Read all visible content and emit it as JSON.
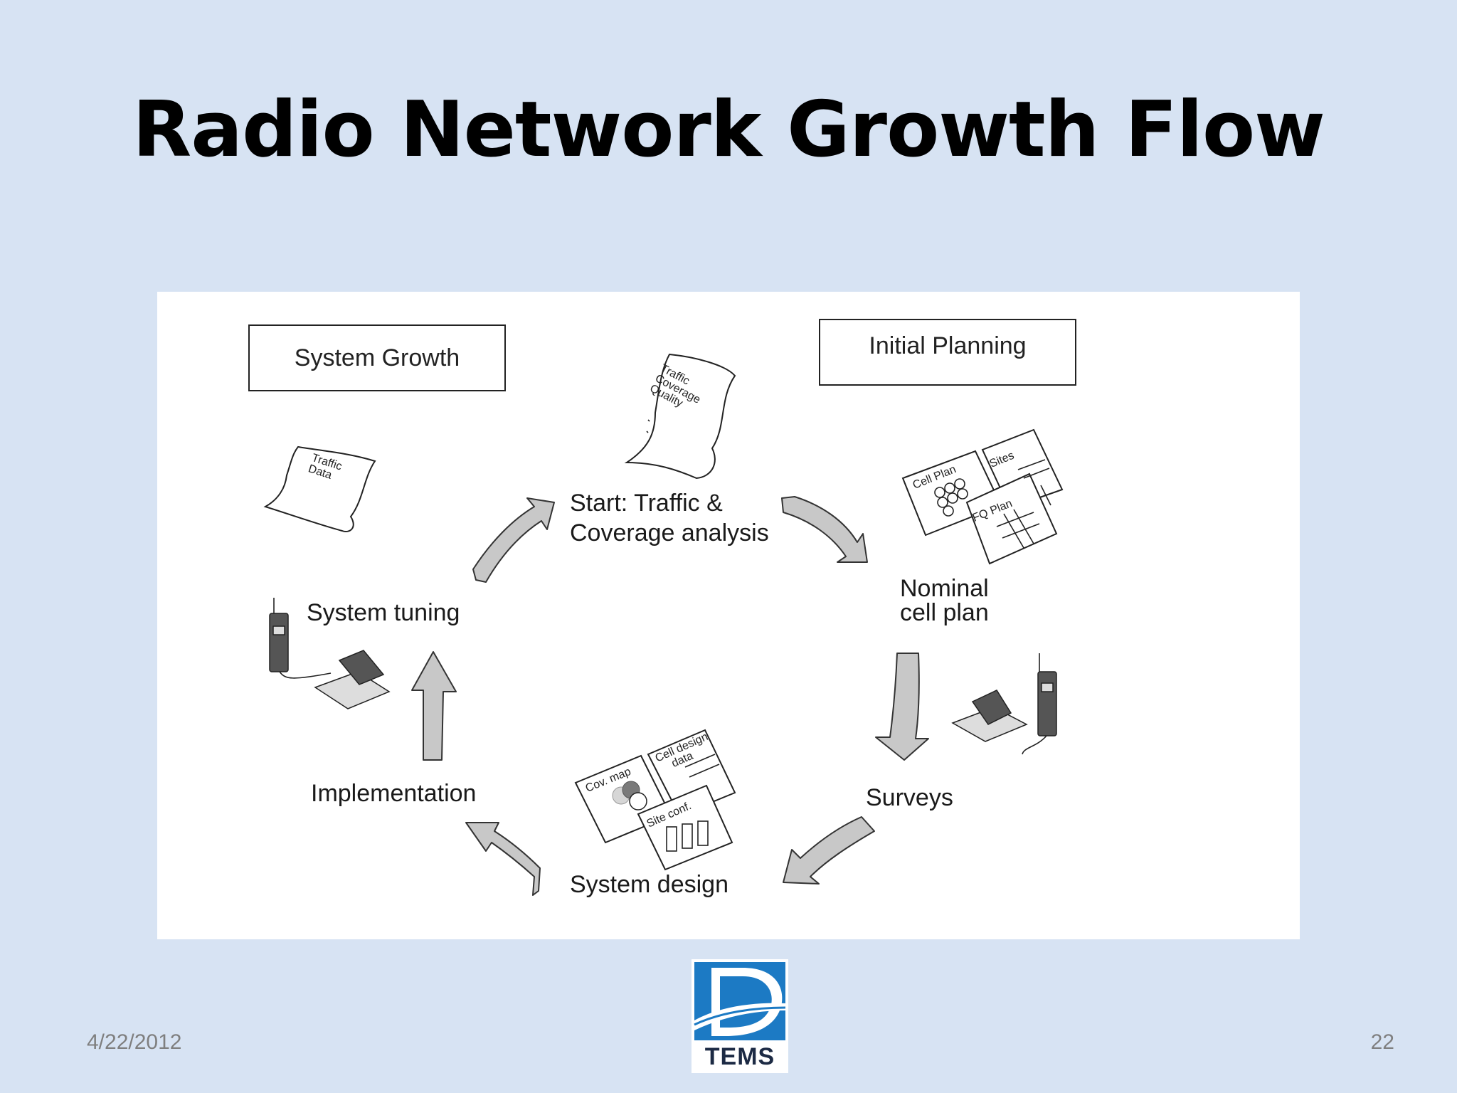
{
  "slide": {
    "title": "Radio Network Growth Flow",
    "date": "4/22/2012",
    "page_number": "22"
  },
  "diagram": {
    "mode_boxes": {
      "system_growth": "System Growth",
      "initial_planning": "Initial Planning"
    },
    "steps": {
      "start_line1": "Start: Traffic &",
      "start_line2": "Coverage analysis",
      "nominal_line1": "Nominal",
      "nominal_line2": "cell plan",
      "surveys": "Surveys",
      "system_design": "System design",
      "implementation": "Implementation",
      "system_tuning": "System tuning"
    },
    "documents": {
      "tcq_doc": [
        "Traffic",
        "Coverage",
        "Quality"
      ],
      "traffic_data_doc": [
        "Traffic",
        "Data"
      ],
      "cell_plan_doc": "Cell Plan",
      "sites_doc": "Sites",
      "fq_plan_doc": "FQ Plan",
      "cov_map_doc": "Cov. map",
      "cell_design_doc": [
        "Cell design",
        "data"
      ],
      "site_conf_doc": "Site conf."
    },
    "arrow_color": "#c8c8c8"
  },
  "logo": {
    "text": "TEMS",
    "accent": "#1c7ac4"
  }
}
